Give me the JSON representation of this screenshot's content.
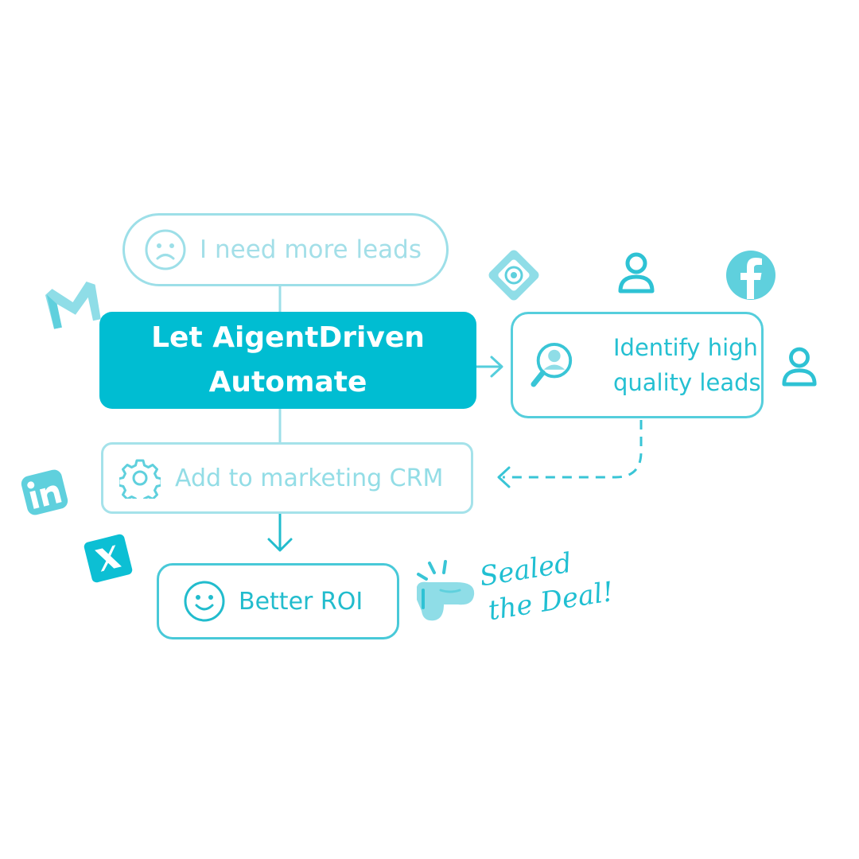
{
  "nodes": {
    "need_leads": "I need more leads",
    "automate_line1": "Let AigentDriven",
    "automate_line2": "Automate",
    "identify_line1": "Identify high",
    "identify_line2": "quality leads",
    "crm": "Add to marketing CRM",
    "roi": "Better ROI"
  },
  "callout": {
    "line1": "Sealed",
    "line2": "the Deal!"
  },
  "icons": [
    "sad-face-icon",
    "happy-face-icon",
    "gear-icon",
    "user-search-icon",
    "user-icon",
    "facebook-icon",
    "gmail-icon",
    "linkedin-icon",
    "x-icon",
    "target-icon",
    "handshake-icon"
  ],
  "colors": {
    "primary": "#00bdd2",
    "light": "#9ddfe8",
    "accent": "#25c0d2"
  }
}
